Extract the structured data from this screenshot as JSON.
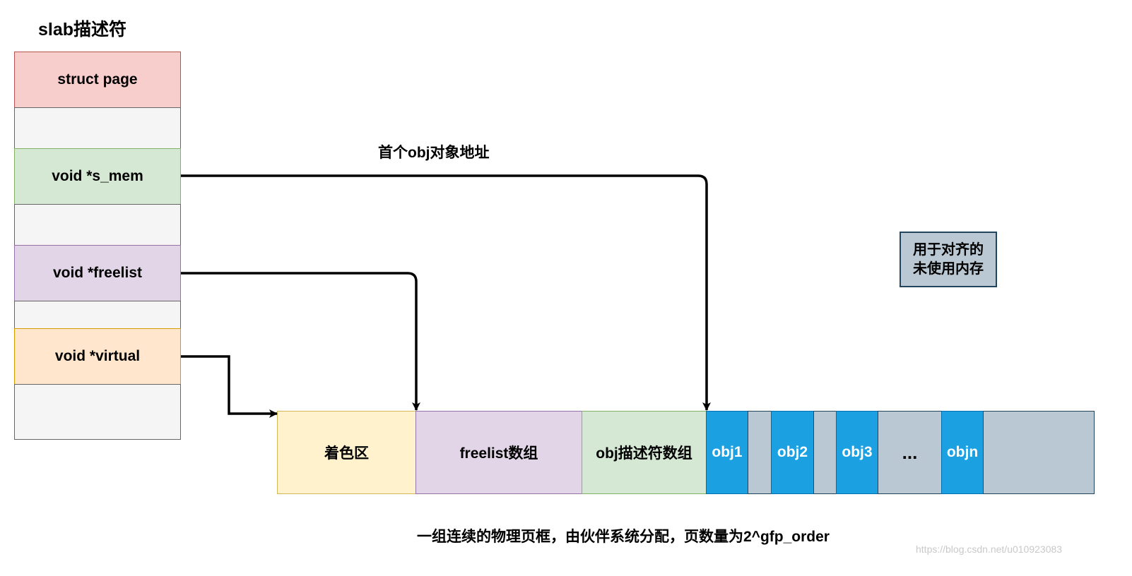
{
  "slab_descriptor": {
    "title": "slab描述符",
    "rows": [
      {
        "key": "struct_page",
        "label": "struct page",
        "fill": "#f8cecc",
        "stroke": "#b85450"
      },
      {
        "key": "blank1",
        "label": "",
        "fill": "#f5f5f5",
        "stroke": "#666666"
      },
      {
        "key": "s_mem",
        "label": "void *s_mem",
        "fill": "#d5e8d4",
        "stroke": "#82b366"
      },
      {
        "key": "blank2",
        "label": "",
        "fill": "#f5f5f5",
        "stroke": "#666666"
      },
      {
        "key": "freelist",
        "label": "void *freelist",
        "fill": "#e1d5e7",
        "stroke": "#9673a6"
      },
      {
        "key": "blank3",
        "label": "",
        "fill": "#f5f5f5",
        "stroke": "#666666"
      },
      {
        "key": "virtual",
        "label": "void *virtual",
        "fill": "#ffe6cc",
        "stroke": "#d79b00"
      },
      {
        "key": "blank4",
        "label": "",
        "fill": "#f5f5f5",
        "stroke": "#666666"
      }
    ]
  },
  "page_frame": {
    "segments": [
      {
        "key": "color",
        "label": "着色区",
        "fill": "#fff2cc",
        "stroke": "#d6b656",
        "text_color": "#000000"
      },
      {
        "key": "freelist_array",
        "label": "freelist数组",
        "fill": "#e1d5e7",
        "stroke": "#9673a6",
        "text_color": "#000000"
      },
      {
        "key": "obj_desc_array",
        "label": "obj描述符数组",
        "fill": "#d5e8d4",
        "stroke": "#82b366",
        "text_color": "#000000"
      },
      {
        "key": "obj1",
        "label": "obj1",
        "fill": "#1ba1e2",
        "stroke": "#006eaf",
        "text_color": "#ffffff"
      },
      {
        "key": "pad1",
        "label": "",
        "fill": "#bac8d3",
        "stroke": "#23445d",
        "text_color": "#000000"
      },
      {
        "key": "obj2",
        "label": "obj2",
        "fill": "#1ba1e2",
        "stroke": "#006eaf",
        "text_color": "#ffffff"
      },
      {
        "key": "pad2",
        "label": "",
        "fill": "#bac8d3",
        "stroke": "#23445d",
        "text_color": "#000000"
      },
      {
        "key": "obj3",
        "label": "obj3",
        "fill": "#1ba1e2",
        "stroke": "#006eaf",
        "text_color": "#ffffff"
      },
      {
        "key": "ellipsis",
        "label": "...",
        "fill": "#bac8d3",
        "stroke": "#23445d",
        "text_color": "#000000"
      },
      {
        "key": "objn",
        "label": "objn",
        "fill": "#1ba1e2",
        "stroke": "#006eaf",
        "text_color": "#ffffff"
      },
      {
        "key": "tail",
        "label": "",
        "fill": "#bac8d3",
        "stroke": "#23445d",
        "text_color": "#000000"
      }
    ],
    "caption": "一组连续的物理页框，由伙伴系统分配，页数量为2^gfp_order"
  },
  "annotations": {
    "first_obj_address": "首个obj对象地址",
    "legend_unused": "用于对齐的\n未使用内存",
    "legend_fill": "#bac8d3"
  },
  "watermark": "https://blog.csdn.net/u010923083"
}
